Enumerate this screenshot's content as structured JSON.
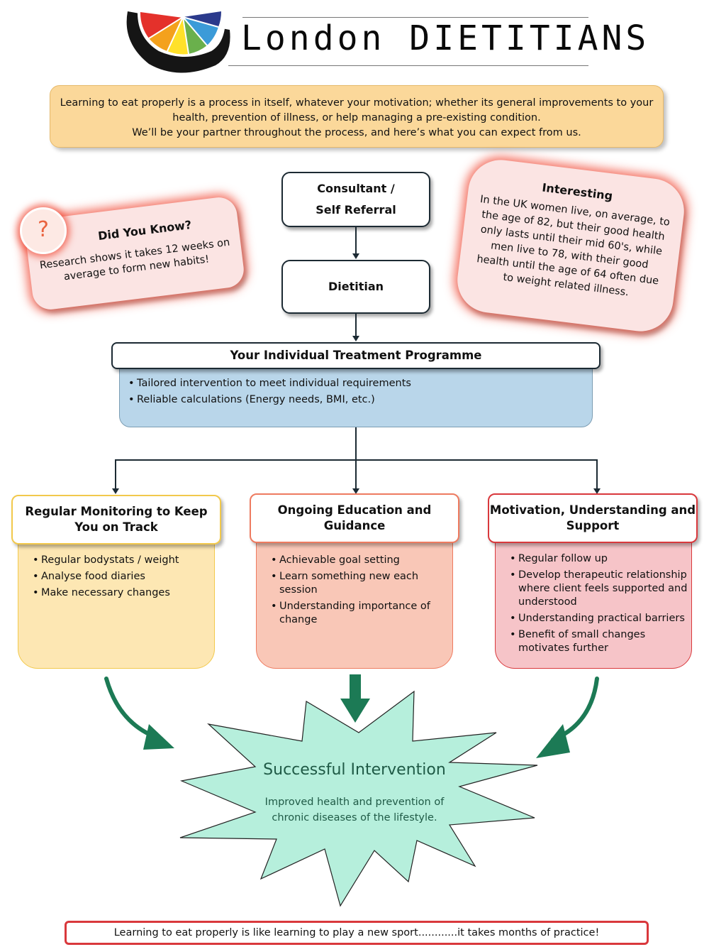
{
  "header": {
    "brand": "London DIETITIANS",
    "logo_colors": [
      "#e4312b",
      "#f4a11c",
      "#ffe12a",
      "#6ab04c",
      "#3b9bd8",
      "#2b3a8c"
    ]
  },
  "intro": {
    "lines": [
      "Learning to eat properly is a process in itself, whatever your motivation; whether its general improvements to your",
      "health, prevention of illness, or help managing a pre-existing condition.",
      "We’ll be your partner throughout the process, and here’s what you can expect from us."
    ]
  },
  "flow": {
    "referral": {
      "line1": "Consultant /",
      "line2": "Self Referral"
    },
    "dietitian": "Dietitian",
    "programme": {
      "title": "Your Individual Treatment Programme",
      "items": [
        "Tailored intervention to meet individual requirements",
        "Reliable calculations (Energy needs, BMI, etc.)"
      ]
    }
  },
  "did_you_know": {
    "icon": "question-mark-icon",
    "icon_glyph": "?",
    "title": "Did You Know?",
    "line1": "Research shows it takes 12 weeks on",
    "line2": "average to form new habits!"
  },
  "interesting": {
    "title": "Interesting",
    "lines": [
      "In the UK women live, on average, to",
      "the age of 82, but their good health",
      "only lasts until their mid 60's, while",
      "men live to 78, with their good",
      "health until the age of 64 often due",
      "to weight related illness."
    ]
  },
  "columns": [
    {
      "title_line1": "Regular Monitoring to Keep",
      "title_line2": "You on Track",
      "items": [
        "Regular bodystats / weight",
        "Analyse food diaries",
        "Make necessary changes"
      ]
    },
    {
      "title_line1": "Ongoing Education and",
      "title_line2": "Guidance",
      "items": [
        "Achievable goal setting",
        "Learn something new each session",
        "Understanding importance of change"
      ]
    },
    {
      "title_line1": "Motivation, Understanding and",
      "title_line2": "Support",
      "items": [
        "Regular follow up",
        "Develop therapeutic relationship where client feels supported and understood",
        "Understanding practical barriers",
        "Benefit of small changes motivates further"
      ]
    }
  ],
  "outcome": {
    "title": "Successful Intervention",
    "line1": "Improved health and prevention of",
    "line2": "chronic diseases of the lifestyle."
  },
  "footer": "Learning to eat properly is like learning to play a new sport............it takes months of practice!",
  "colors": {
    "intro_bg": "#fbd89a",
    "programme_bg": "#b9d6ea",
    "col1_bg": "#fde7b3",
    "col2_bg": "#f9c7b7",
    "col3_bg": "#f6c4c8",
    "col1_border": "#f2c94c",
    "col2_border": "#ee7b60",
    "col3_border": "#d9383c",
    "arrow_green": "#1c7a55",
    "star_fill": "#b6efdc"
  }
}
